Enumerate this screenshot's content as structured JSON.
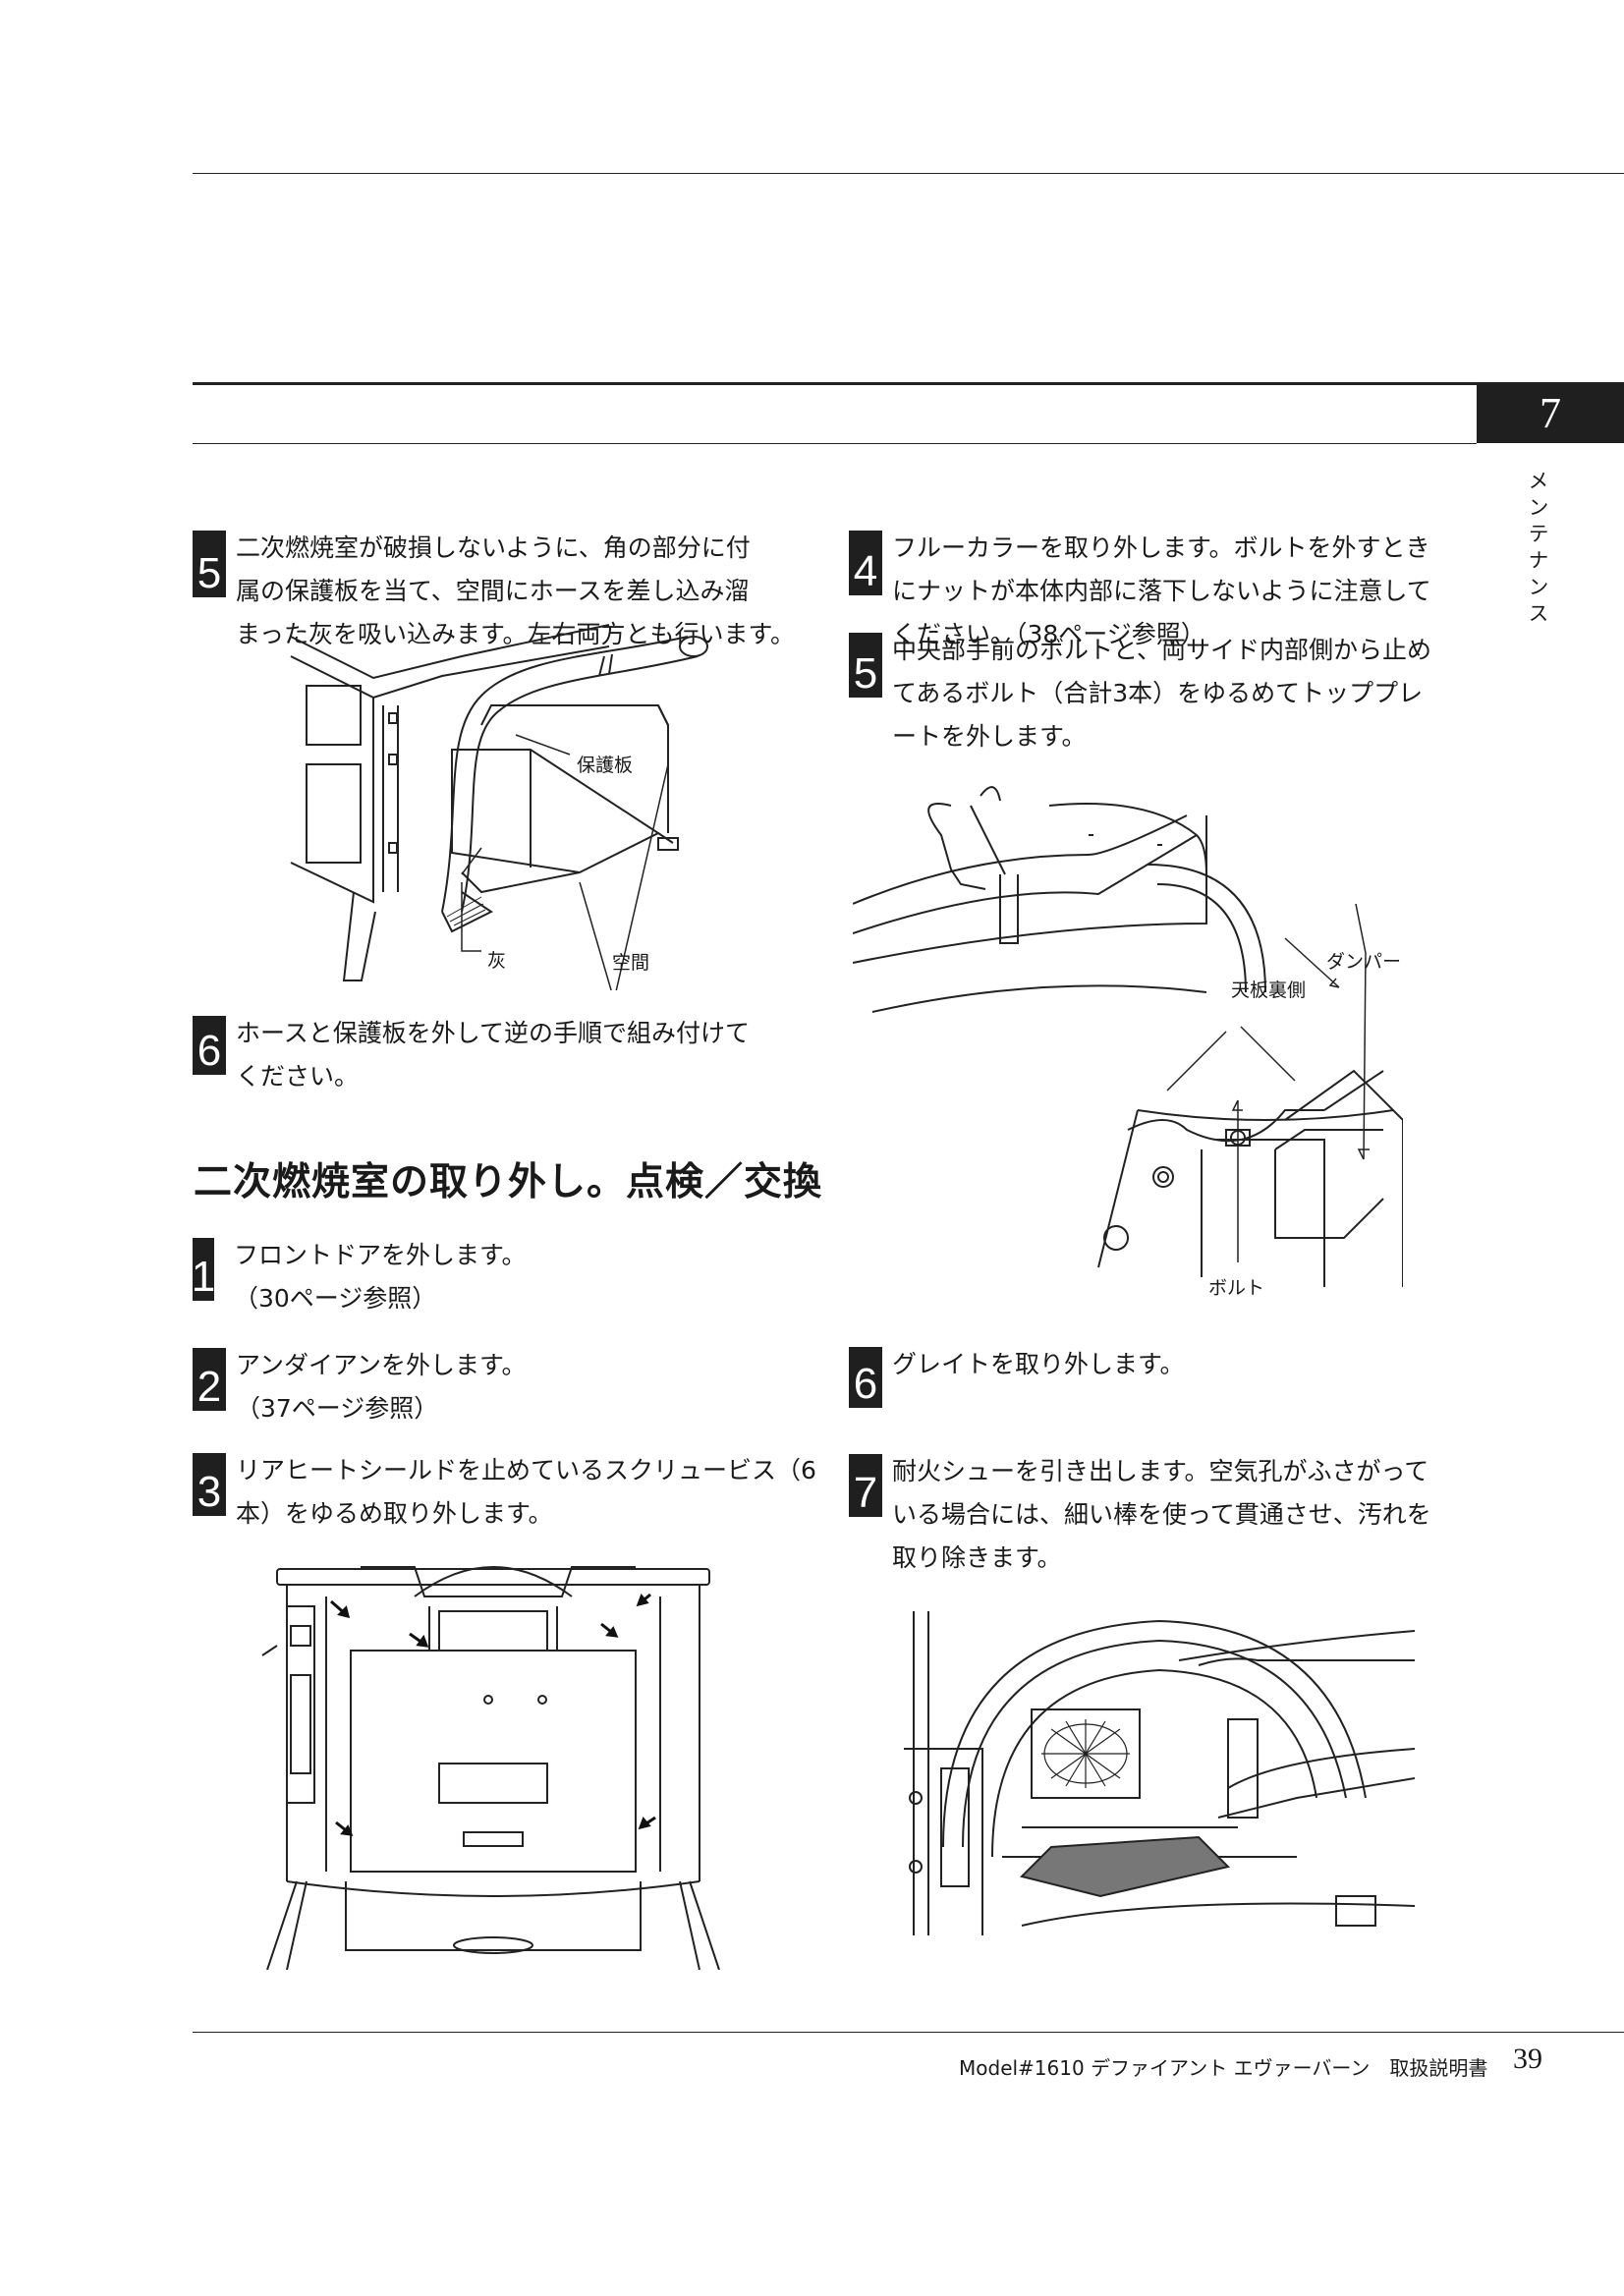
{
  "chapter": {
    "number": "7",
    "side_label": "メンテナンス"
  },
  "left_steps": [
    {
      "num": "5",
      "lines": [
        "二次燃焼室が破損しないように、角の部分に付",
        "属の保護板を当て、空間にホースを差し込み溜",
        "まった灰を吸い込みます。左右両方とも行います。"
      ]
    },
    {
      "num": "6",
      "lines": [
        "ホースと保護板を外して逆の手順で組み付けて",
        "ください。"
      ]
    }
  ],
  "fig1_labels": {
    "guard": "保護板",
    "ash": "灰",
    "space": "空間"
  },
  "section_title": "二次燃焼室の取り外し。点検／交換",
  "section_steps": [
    {
      "num": "1",
      "lines": [
        "フロントドアを外します。",
        "（30ページ参照）"
      ]
    },
    {
      "num": "2",
      "lines": [
        "アンダイアンを外します。",
        "（37ページ参照）"
      ]
    },
    {
      "num": "3",
      "lines": [
        "リアヒートシールドを止めているスクリュービス（6",
        "本）をゆるめ取り外します。"
      ]
    }
  ],
  "right_steps": [
    {
      "num": "4",
      "lines": [
        "フルーカラーを取り外します。ボルトを外すとき",
        "にナットが本体内部に落下しないように注意して",
        "ください。（38ページ参照）"
      ]
    },
    {
      "num": "5",
      "lines": [
        "中央部手前のボルトと、両サイド内部側から止め",
        "てあるボルト（合計3本）をゆるめてトッププレ",
        "ートを外します。"
      ]
    },
    {
      "num": "6",
      "lines": [
        "グレイトを取り外します。"
      ]
    },
    {
      "num": "7",
      "lines": [
        "耐火シューを引き出します。空気孔がふさがって",
        "いる場合には、細い棒を使って貫通させ、汚れを",
        "取り除きます。"
      ]
    }
  ],
  "fig2_labels": {
    "damper": "ダンパー",
    "top_back": "天板裏側",
    "bolt": "ボルト"
  },
  "footer": {
    "model": "Model#1610 デファイアント エヴァーバーン　取扱説明書",
    "page": "39"
  }
}
